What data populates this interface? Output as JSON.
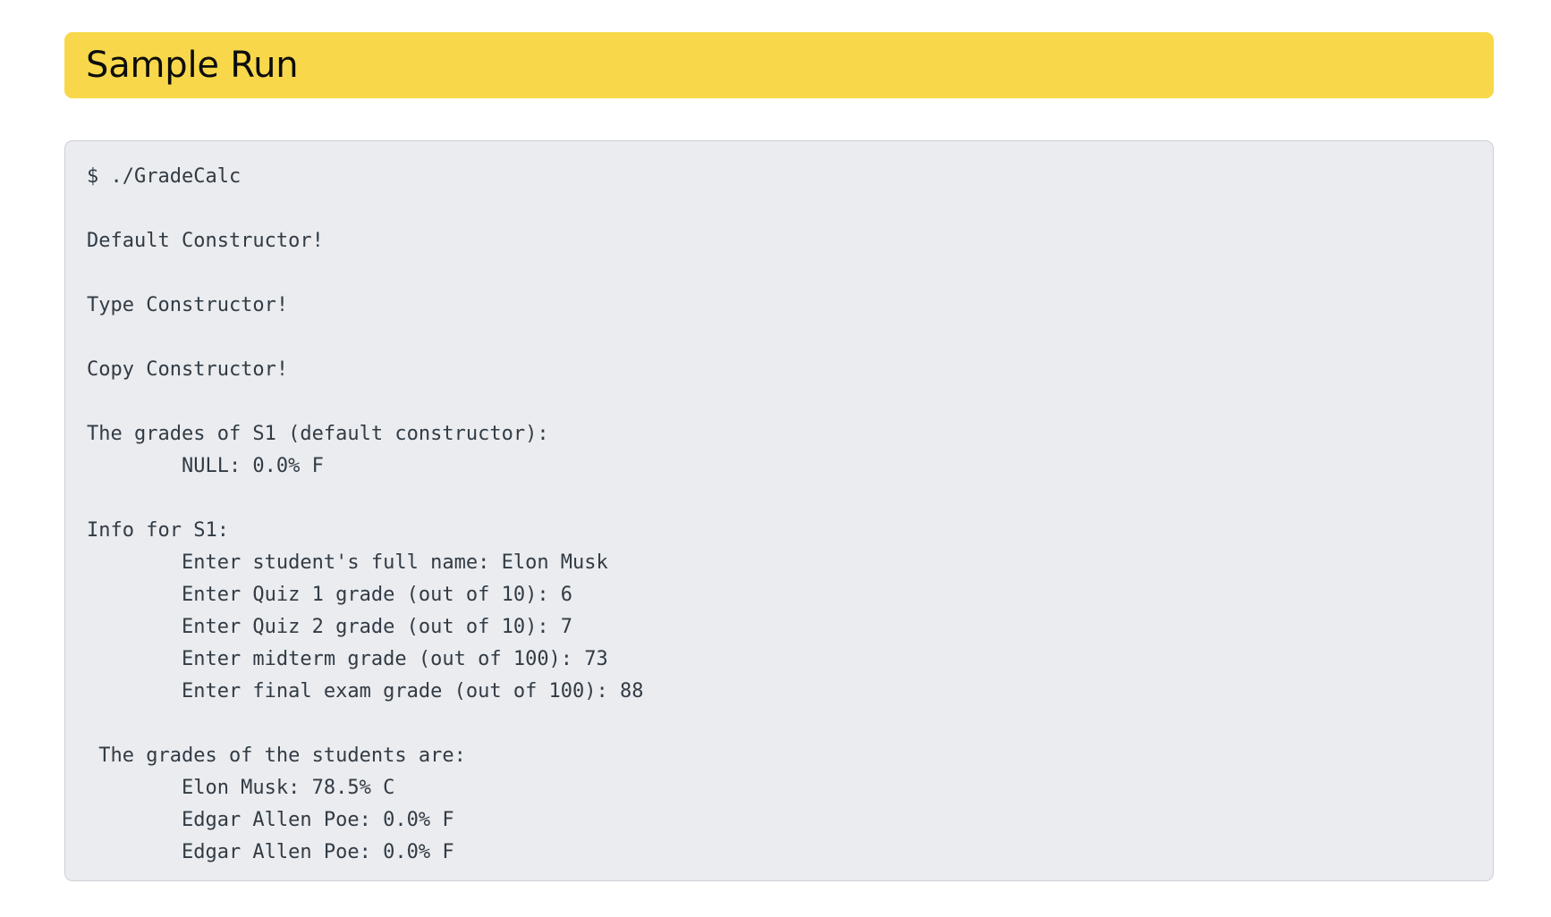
{
  "banner": {
    "title": "Sample Run",
    "background_color": "#f8d84a",
    "text_color": "#0d0d0d"
  },
  "code_block": {
    "background_color": "#eaecef",
    "border_color": "#ccd1d6",
    "text_color": "#323b45",
    "lines": [
      "$ ./GradeCalc",
      "",
      "Default Constructor!",
      "",
      "Type Constructor!",
      "",
      "Copy Constructor!",
      "",
      "The grades of S1 (default constructor):",
      "        NULL: 0.0% F",
      "",
      "Info for S1:",
      "        Enter student's full name: Elon Musk",
      "        Enter Quiz 1 grade (out of 10): 6",
      "        Enter Quiz 2 grade (out of 10): 7",
      "        Enter midterm grade (out of 100): 73",
      "        Enter final exam grade (out of 100): 88",
      "",
      " The grades of the students are:",
      "        Elon Musk: 78.5% C",
      "        Edgar Allen Poe: 0.0% F",
      "        Edgar Allen Poe: 0.0% F"
    ],
    "text": "$ ./GradeCalc\n\nDefault Constructor!\n\nType Constructor!\n\nCopy Constructor!\n\nThe grades of S1 (default constructor):\n        NULL: 0.0% F\n\nInfo for S1:\n        Enter student's full name: Elon Musk\n        Enter Quiz 1 grade (out of 10): 6\n        Enter Quiz 2 grade (out of 10): 7\n        Enter midterm grade (out of 100): 73\n        Enter final exam grade (out of 100): 88\n\n The grades of the students are:\n        Elon Musk: 78.5% C\n        Edgar Allen Poe: 0.0% F\n        Edgar Allen Poe: 0.0% F"
  }
}
